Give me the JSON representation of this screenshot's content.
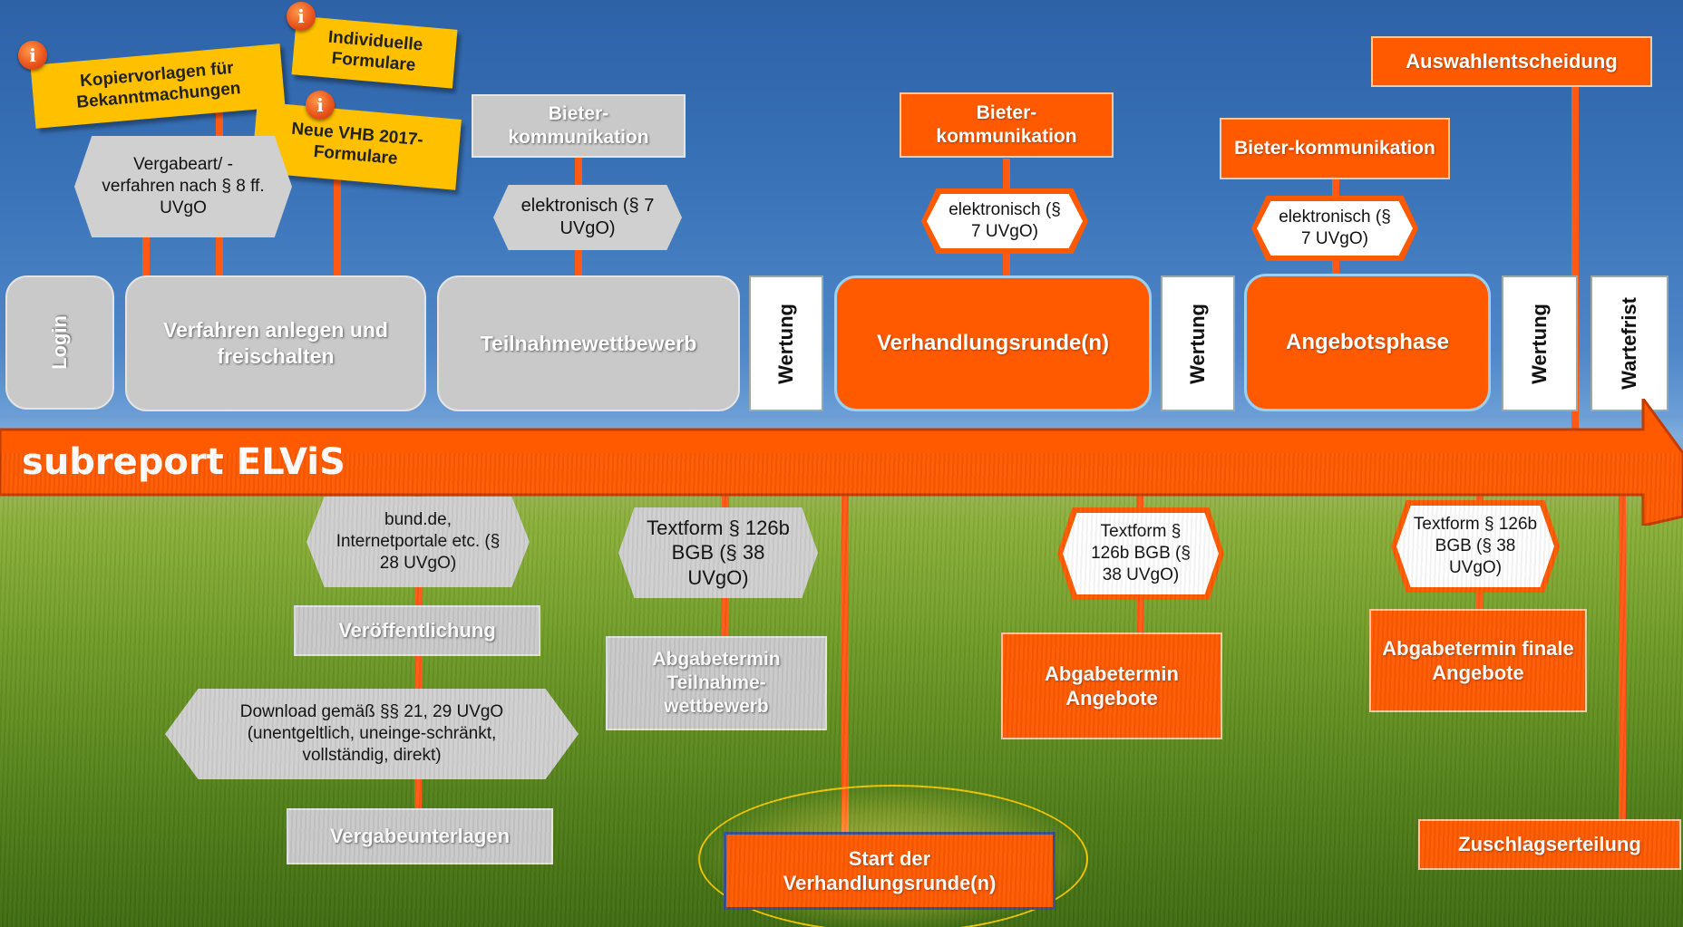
{
  "banner": {
    "brand_sub": "sub",
    "brand_report": "report",
    "brand_elvis": "ELViS"
  },
  "top": {
    "note1": "Kopiervorlagen für Bekanntmachungen",
    "note2": "Individuelle Formulare",
    "note3": "Neue VHB 2017-Formulare",
    "vergabeart": "Vergabeart/ -verfahren nach § 8 ff. UVgO",
    "bieter1": "Bieter-kommunikation",
    "elek1": "elektronisch (§ 7 UVgO)",
    "bieter2": "Bieter-kommunikation",
    "elek2": "elektronisch (§ 7 UVgO)",
    "bieter3": "Bieter-kommunikation",
    "elek3": "elektronisch (§ 7 UVgO)",
    "auswahl": "Auswahlentscheidung"
  },
  "phases": {
    "login": "Login",
    "verfahren": "Verfahren anlegen und freischalten",
    "teilnahme": "Teilnahmewettbewerb",
    "wertung1": "Wertung",
    "verhandlung": "Verhandlungsrunde(n)",
    "wertung2": "Wertung",
    "angebot": "Angebotsphase",
    "wertung3": "Wertung",
    "wartefrist": "Wartefrist"
  },
  "bottom": {
    "bund": "bund.de, Internetportale etc. (§ 28 UVgO)",
    "veroeff": "Veröffentlichung",
    "download": "Download gemäß §§ 21, 29 UVgO (unentgeltlich, uneinge-schränkt, vollständig, direkt)",
    "vergabeunterlagen": "Vergabeunterlagen",
    "textform1": "Textform § 126b BGB (§ 38 UVgO)",
    "abgabe_tn": "Abgabetermin Teilnahme-wettbewerb",
    "start": "Start der Verhandlungsrunde(n)",
    "textform2": "Textform § 126b BGB (§ 38 UVgO)",
    "abgabe_ang": "Abgabetermin Angebote",
    "textform3": "Textform § 126b BGB (§ 38 UVgO)",
    "abgabe_final": "Abgabetermin finale Angebote",
    "zuschlag": "Zuschlagserteilung"
  },
  "icons": {
    "info": "i"
  },
  "colors": {
    "orange": "#ff5a00",
    "gray": "#c9c9c9",
    "yellow": "#ffc000",
    "sky": "#2d62a7"
  }
}
